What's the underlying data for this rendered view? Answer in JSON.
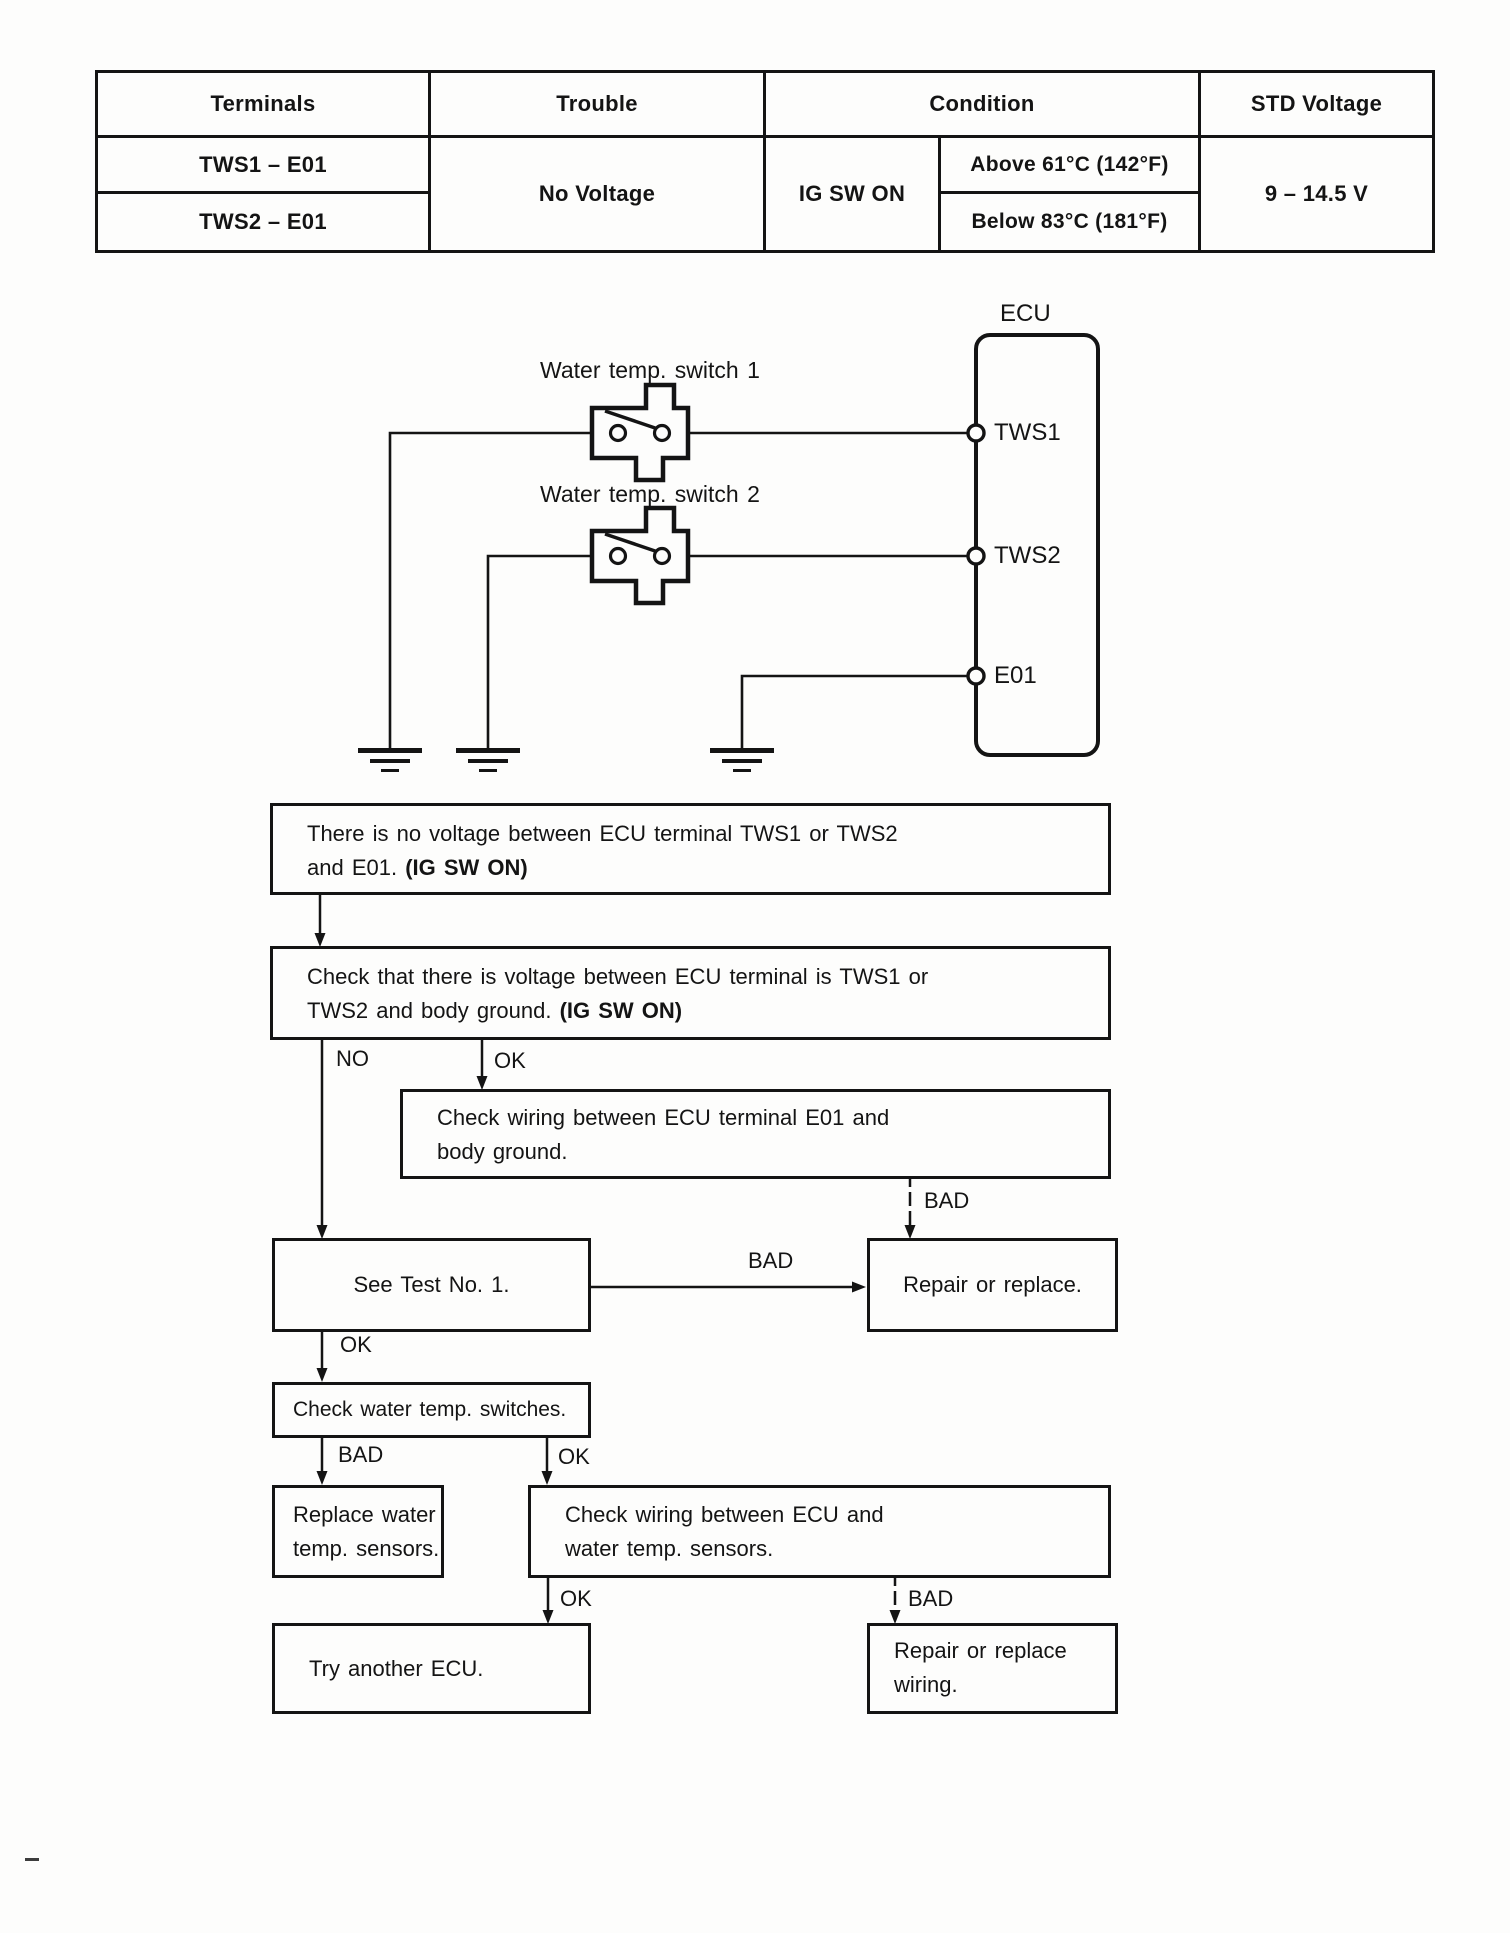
{
  "table": {
    "headers": {
      "terminals": "Terminals",
      "trouble": "Trouble",
      "condition": "Condition",
      "std_voltage": "STD Voltage"
    },
    "terminals_rows": [
      "TWS1 – E01",
      "TWS2 – E01"
    ],
    "trouble_value": "No Voltage",
    "ig_switch": "IG SW ON",
    "conditions": [
      "Above 61°C (142°F)",
      "Below 83°C (181°F)"
    ],
    "std_voltage_value": "9 – 14.5 V"
  },
  "diagram": {
    "ecu_label": "ECU",
    "switch1_label": "Water temp. switch 1",
    "switch2_label": "Water temp. switch 2",
    "terminal_tws1": "TWS1",
    "terminal_tws2": "TWS2",
    "terminal_e01": "E01"
  },
  "flowchart": {
    "start_line1": "There is no voltage between ECU terminal TWS1 or TWS2",
    "start_line2": "and E01. ",
    "start_line2_bold": "(IG SW ON)",
    "check_voltage_line1": "Check that there is voltage between ECU terminal is TWS1 or",
    "check_voltage_line2": "TWS2 and body ground. ",
    "check_voltage_line2_bold": "(IG SW ON)",
    "check_wiring_e01_line1": "Check wiring between ECU terminal E01 and",
    "check_wiring_e01_line2": "body ground.",
    "see_test": "See Test No. 1.",
    "repair_replace": "Repair or replace.",
    "check_switches": "Check water temp. switches.",
    "replace_sensors_line1": "Replace water",
    "replace_sensors_line2": "temp. sensors.",
    "check_wiring_sensors_line1": "Check wiring between ECU and",
    "check_wiring_sensors_line2": "water temp. sensors.",
    "try_ecu": "Try another ECU.",
    "repair_wiring_line1": "Repair or replace",
    "repair_wiring_line2": "wiring."
  },
  "labels": {
    "no": "NO",
    "ok": "OK",
    "bad": "BAD"
  }
}
